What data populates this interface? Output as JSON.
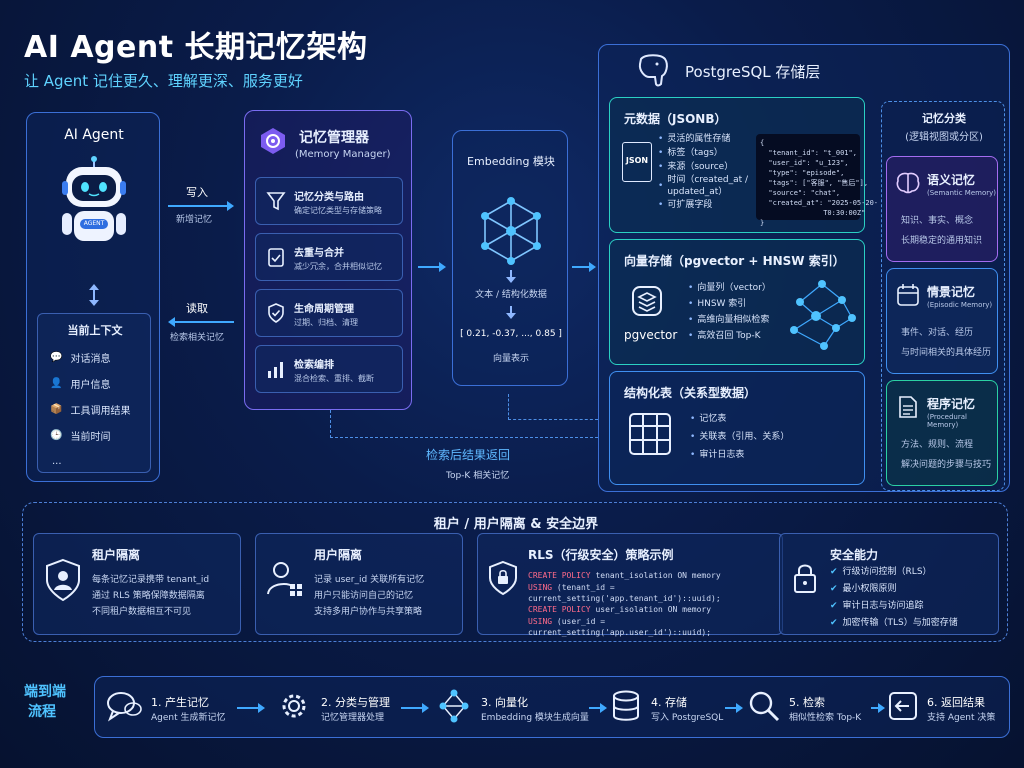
{
  "header": {
    "title": "AI Agent 长期记忆架构",
    "subtitle": "让 Agent 记住更久、理解更深、服务更好"
  },
  "agent": {
    "title": "AI Agent",
    "badge": "AGENT",
    "context_title": "当前上下文",
    "context_items": [
      "对话消息",
      "用户信息",
      "工具调用结果",
      "当前时间",
      "..."
    ]
  },
  "flow": {
    "write": "写入",
    "write_sub": "新增记忆",
    "read": "读取",
    "read_sub": "检索相关记忆",
    "return": "检索后结果返回",
    "return_sub": "Top-K 相关记忆"
  },
  "manager": {
    "title": "记忆管理器",
    "subtitle": "(Memory Manager)",
    "items": [
      {
        "title": "记忆分类与路由",
        "desc": "确定记忆类型与存储策略"
      },
      {
        "title": "去重与合并",
        "desc": "减少冗余，合并相似记忆"
      },
      {
        "title": "生命周期管理",
        "desc": "过期、归档、清理"
      },
      {
        "title": "检索编排",
        "desc": "混合检索、重排、截断"
      }
    ]
  },
  "embedding": {
    "title": "Embedding 模块",
    "label": "文本 / 结构化数据",
    "vector": "[ 0.21, -0.37, ..., 0.85 ]",
    "vector_label": "向量表示"
  },
  "postgres": {
    "title": "PostgreSQL 存储层",
    "meta": {
      "title": "元数据（JSONB）",
      "icon": "JSON",
      "items": [
        "灵活的属性存储",
        "标签（tags）",
        "来源（source）",
        "时间（created_at / updated_at）",
        "可扩展字段"
      ],
      "code": "{\n  \"tenant_id\": \"t_001\",\n  \"user_id\": \"u_123\",\n  \"type\": \"episode\",\n  \"tags\": [\"客服\", \"售后\"],\n  \"source\": \"chat\",\n  \"created_at\": \"2025-05-20-\n               T0:30:00Z\"\n}"
    },
    "vector": {
      "title": "向量存储（pgvector + HNSW 索引）",
      "logo": "pgvector",
      "items": [
        "向量列（vector）",
        "HNSW 索引",
        "高维向量相似检索",
        "高效召回 Top-K"
      ]
    },
    "table": {
      "title": "结构化表（关系型数据）",
      "items": [
        "记忆表",
        "关联表（引用、关系）",
        "审计日志表"
      ]
    }
  },
  "categories": {
    "title": "记忆分类",
    "subtitle": "(逻辑视图或分区)",
    "items": [
      {
        "title": "语义记忆",
        "en": "(Semantic Memory)",
        "desc1": "知识、事实、概念",
        "desc2": "长期稳定的通用知识"
      },
      {
        "title": "情景记忆",
        "en": "(Episodic Memory)",
        "desc1": "事件、对话、经历",
        "desc2": "与时间相关的具体经历"
      },
      {
        "title": "程序记忆",
        "en": "(Procedural Memory)",
        "desc1": "方法、规则、流程",
        "desc2": "解决问题的步骤与技巧"
      }
    ]
  },
  "security": {
    "title": "租户 / 用户隔离 & 安全边界",
    "tenant": {
      "title": "租户隔离",
      "lines": [
        "每条记忆记录携带 tenant_id",
        "通过 RLS 策略保障数据隔离",
        "不同租户数据相互不可见"
      ]
    },
    "user": {
      "title": "用户隔离",
      "lines": [
        "记录 user_id 关联所有记忆",
        "用户只能访问自己的记忆",
        "支持多用户协作与共享策略"
      ]
    },
    "rls": {
      "title": "RLS（行级安全）策略示例",
      "code": [
        {
          "kw": "CREATE POLICY",
          "rest": " tenant_isolation ON memory"
        },
        {
          "kw": "USING",
          "rest": " (tenant_id = current_setting('app.tenant_id')::uuid);"
        },
        {
          "kw": "CREATE POLICY",
          "rest": " user_isolation ON memory"
        },
        {
          "kw": "USING",
          "rest": " (user_id = current_setting('app.user_id')::uuid);"
        }
      ]
    },
    "abilities": {
      "title": "安全能力",
      "items": [
        "行级访问控制（RLS）",
        "最小权限原则",
        "审计日志与访问追踪",
        "加密传输（TLS）与加密存储"
      ]
    }
  },
  "pipeline": {
    "title1": "端到端",
    "title2": "流程",
    "steps": [
      {
        "title": "1. 产生记忆",
        "desc": "Agent 生成新记忆",
        "icon": "chat-icon"
      },
      {
        "title": "2. 分类与管理",
        "desc": "记忆管理器处理",
        "icon": "gear-icon"
      },
      {
        "title": "3. 向量化",
        "desc": "Embedding 模块生成向量",
        "icon": "network-icon"
      },
      {
        "title": "4. 存储",
        "desc": "写入 PostgreSQL",
        "icon": "database-icon"
      },
      {
        "title": "5. 检索",
        "desc": "相似性检索 Top-K",
        "icon": "search-icon"
      },
      {
        "title": "6. 返回结果",
        "desc": "支持 Agent 决策",
        "icon": "return-icon"
      }
    ]
  }
}
